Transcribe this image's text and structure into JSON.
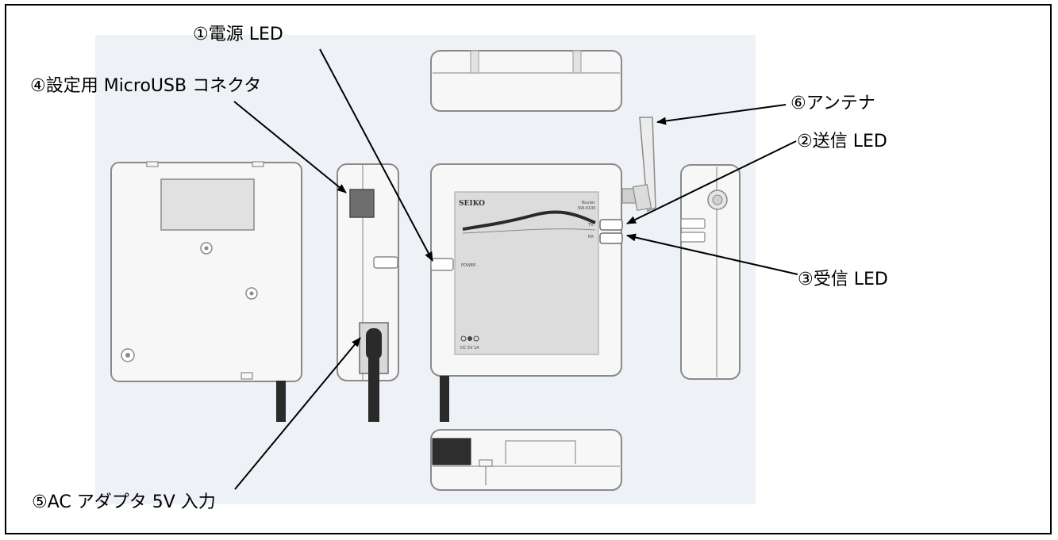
{
  "labels": {
    "power_led": "①電源 LED",
    "setting_usb": "④設定用 MicroUSB コネクタ",
    "antenna": "⑥アンテナ",
    "send_led": "②送信 LED",
    "receive_led": "③受信 LED",
    "ac_adapter": "⑤AC アダプタ 5V 入力"
  },
  "device": {
    "brand": "SEIKO",
    "model": "Router",
    "model_code": "SW-4100",
    "tx": "TX",
    "rx": "RX",
    "power": "POWER",
    "dc_input": "DC 5V 1A"
  },
  "colors": {
    "background_panel": "#eef2f6",
    "device_body": "#f7f7f7",
    "device_outline": "#8a8a8a",
    "front_panel": "#dcdcdc",
    "cable": "#2a2a2a",
    "arrow": "#000000"
  }
}
